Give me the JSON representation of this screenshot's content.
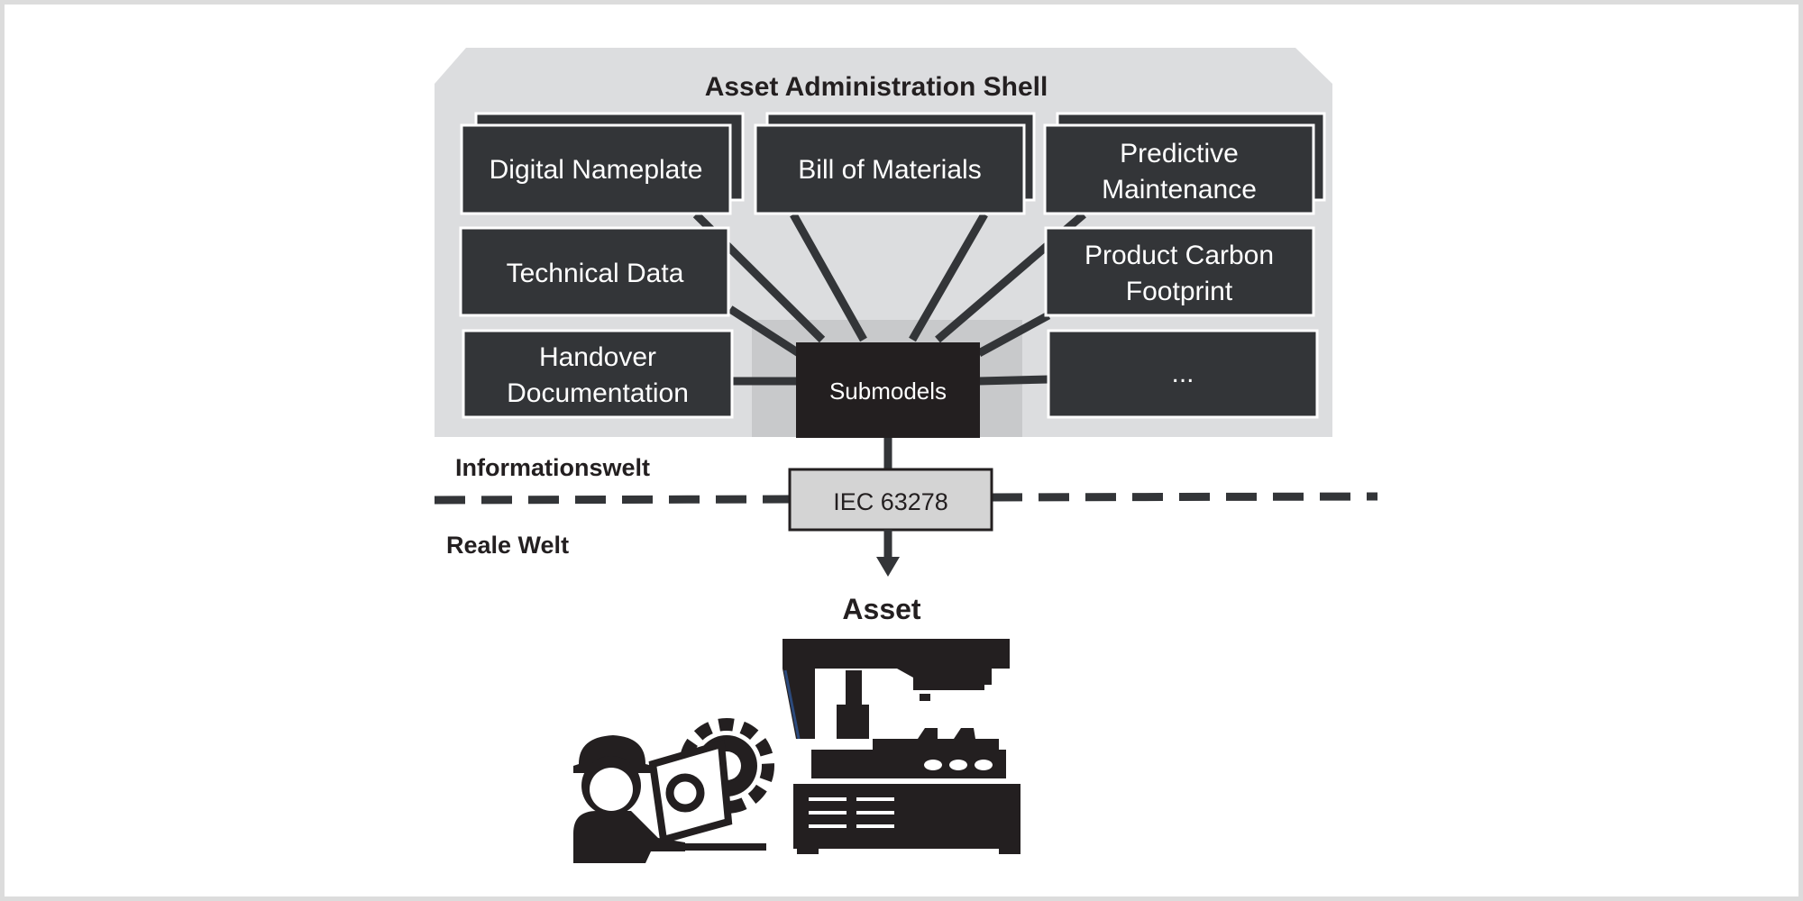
{
  "colors": {
    "shell_fill": "#dcdddf",
    "hub_fill": "#c8c9cb",
    "box_fill": "#333538",
    "box_border": "#ffffff",
    "submodels_fill": "#231f20",
    "line_color": "#333538",
    "iec_fill": "#d4d4d4",
    "text_dark": "#231f20"
  },
  "shell": {
    "title": "Asset Administration Shell"
  },
  "submodels": {
    "hub_label": "Submodels",
    "items": [
      {
        "lines": [
          "Digital Nameplate"
        ]
      },
      {
        "lines": [
          "Bill of Materials"
        ]
      },
      {
        "lines": [
          "Predictive",
          "Maintenance"
        ]
      },
      {
        "lines": [
          "Technical Data"
        ]
      },
      {
        "lines": [
          "Product Carbon",
          "Footprint"
        ]
      },
      {
        "lines": [
          "Handover",
          "Documentation"
        ]
      },
      {
        "lines": [
          "..."
        ]
      }
    ]
  },
  "worlds": {
    "information": "Informationswelt",
    "real": "Reale Welt"
  },
  "interface": {
    "label": "IEC 63278"
  },
  "asset": {
    "title": "Asset"
  },
  "icons": [
    "worker-icon",
    "laptop-icon",
    "gear-icon",
    "machine-icon",
    "arrow-down-icon"
  ]
}
